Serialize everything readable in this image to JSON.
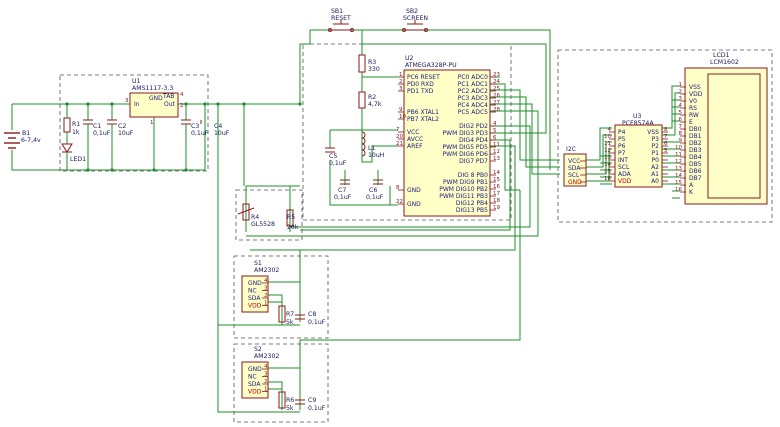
{
  "switches": {
    "sb1": {
      "ref": "SB1",
      "name": "RESET"
    },
    "sb2": {
      "ref": "SB2",
      "name": "SCREEN"
    }
  },
  "regulator": {
    "ref": "U1",
    "name": "AMS1117-3.3",
    "pins": {
      "in": "In",
      "gnd": "GND",
      "tab": "TAB",
      "out": "Out"
    },
    "pin_nums": {
      "in": "3",
      "gnd": "1",
      "tab": "4",
      "out": "2"
    }
  },
  "battery": {
    "ref": "B1",
    "value": "6-7,4v"
  },
  "passives": {
    "r1": {
      "ref": "R1",
      "value": "1k"
    },
    "led1": {
      "ref": "LED1"
    },
    "c1": {
      "ref": "C1",
      "value": "0,1uF"
    },
    "c2": {
      "ref": "C2",
      "value": "10uF"
    },
    "c3": {
      "ref": "C3",
      "value": "0,1uF"
    },
    "c4": {
      "ref": "C4",
      "value": "10uF"
    },
    "r3": {
      "ref": "R3",
      "value": "330"
    },
    "r2": {
      "ref": "R2",
      "value": "4,7k"
    },
    "l1": {
      "ref": "L1",
      "value": "10uH"
    },
    "c5": {
      "ref": "C5",
      "value": "0,1uF"
    },
    "c6": {
      "ref": "C6",
      "value": "0,1uF"
    },
    "c7": {
      "ref": "C7",
      "value": "0,1uF"
    },
    "r4": {
      "ref": "R4",
      "value": "GL5528"
    },
    "r5": {
      "ref": "R5",
      "value": "20k"
    },
    "r6": {
      "ref": "R6",
      "value": "5k"
    },
    "r7": {
      "ref": "R7",
      "value": "5k"
    },
    "c8": {
      "ref": "C8",
      "value": "0,1uF"
    },
    "c9": {
      "ref": "C9",
      "value": "0,1uF"
    }
  },
  "mcu": {
    "ref": "U2",
    "name": "ATMEGA328P-PU",
    "left_pins": [
      {
        "num": "1",
        "name": "PC6 RESET"
      },
      {
        "num": "2",
        "name": "PD0 RXD"
      },
      {
        "num": "3",
        "name": "PD1 TXD"
      },
      {
        "num": "9",
        "name": "PB6 XTAL1"
      },
      {
        "num": "10",
        "name": "PB7 XTAL2"
      },
      {
        "num": "7",
        "name": "VCC"
      },
      {
        "num": "20",
        "name": "AVCC"
      },
      {
        "num": "21",
        "name": "AREF"
      },
      {
        "num": "8",
        "name": "GND"
      },
      {
        "num": "22",
        "name": "GND"
      }
    ],
    "right_pins": [
      {
        "num": "23",
        "name": "PC0 ADC0"
      },
      {
        "num": "24",
        "name": "PC1 ADC1"
      },
      {
        "num": "25",
        "name": "PC2 ADC2"
      },
      {
        "num": "26",
        "name": "PC3 ADC3"
      },
      {
        "num": "27",
        "name": "PC4 ADC4"
      },
      {
        "num": "28",
        "name": "PC5 ADC5"
      },
      {
        "num": "4",
        "name": "DIG2 PD2"
      },
      {
        "num": "5",
        "name": "PWM DIG3 PD3"
      },
      {
        "num": "6",
        "name": "DIG4 PD4"
      },
      {
        "num": "11",
        "name": "PWM DIG5 PD5"
      },
      {
        "num": "12",
        "name": "PWM DIG6 PD6"
      },
      {
        "num": "13",
        "name": "DIG7 PD7"
      },
      {
        "num": "14",
        "name": "DIG 8 PB0"
      },
      {
        "num": "15",
        "name": "PWM DIG9 PB1"
      },
      {
        "num": "16",
        "name": "PWM DIG10 PB2"
      },
      {
        "num": "17",
        "name": "PWM DIG11 PB3"
      },
      {
        "num": "18",
        "name": "DIG12 PB4"
      },
      {
        "num": "19",
        "name": "DIG13 PB5"
      }
    ]
  },
  "i2c": {
    "ref": "I2C",
    "pins": [
      "VCC",
      "SDA",
      "SCL",
      "GND"
    ]
  },
  "expander": {
    "ref": "U3",
    "name": "PCF8574A",
    "left_pins": [
      {
        "num": "4",
        "name": "P4"
      },
      {
        "num": "10",
        "name": "P5"
      },
      {
        "num": "11",
        "name": "P6"
      },
      {
        "num": "12",
        "name": "P7"
      },
      {
        "num": "13",
        "name": "INT"
      },
      {
        "num": "14",
        "name": "SCL"
      },
      {
        "num": "15",
        "name": "ADA"
      },
      {
        "num": "16",
        "name": "VDD"
      }
    ],
    "right_pins": [
      {
        "num": "8",
        "name": "VSS"
      },
      {
        "num": "7",
        "name": "P3"
      },
      {
        "num": "6",
        "name": "P2"
      },
      {
        "num": "5",
        "name": "P1"
      },
      {
        "num": "",
        "name": "P0"
      },
      {
        "num": "",
        "name": "A2"
      },
      {
        "num": "",
        "name": "A1"
      },
      {
        "num": "",
        "name": "A0"
      }
    ]
  },
  "lcd": {
    "ref": "LCD1",
    "name": "LCM1602",
    "pins": [
      {
        "num": "1",
        "name": "VSS"
      },
      {
        "num": "2",
        "name": "VDD"
      },
      {
        "num": "3",
        "name": "V0"
      },
      {
        "num": "4",
        "name": "RS"
      },
      {
        "num": "5",
        "name": "RW"
      },
      {
        "num": "6",
        "name": "E"
      },
      {
        "num": "7",
        "name": "DB0"
      },
      {
        "num": "8",
        "name": "DB1"
      },
      {
        "num": "9",
        "name": "DB2"
      },
      {
        "num": "10",
        "name": "DB3"
      },
      {
        "num": "11",
        "name": "DB4"
      },
      {
        "num": "12",
        "name": "DB5"
      },
      {
        "num": "13",
        "name": "DB6"
      },
      {
        "num": "14",
        "name": "DB7"
      },
      {
        "num": "15",
        "name": "A"
      },
      {
        "num": "16",
        "name": "K"
      }
    ]
  },
  "sensors": [
    {
      "ref": "S1",
      "name": "AM2302",
      "pins": [
        {
          "num": "4",
          "name": "GND"
        },
        {
          "num": "3",
          "name": "NC"
        },
        {
          "num": "2",
          "name": "SDA"
        },
        {
          "num": "1",
          "name": "VDD"
        }
      ]
    },
    {
      "ref": "S2",
      "name": "AM2302",
      "pins": [
        {
          "num": "4",
          "name": "GND"
        },
        {
          "num": "3",
          "name": "NC"
        },
        {
          "num": "2",
          "name": "SDA"
        },
        {
          "num": "1",
          "name": "VDD"
        }
      ]
    }
  ],
  "colors": {
    "wire_green": "#1e8c2a",
    "wire_dark": "#1a3a7a",
    "part_red": "#8a1a1a",
    "ground_red": "#c00000",
    "frame_gray": "#555555"
  }
}
